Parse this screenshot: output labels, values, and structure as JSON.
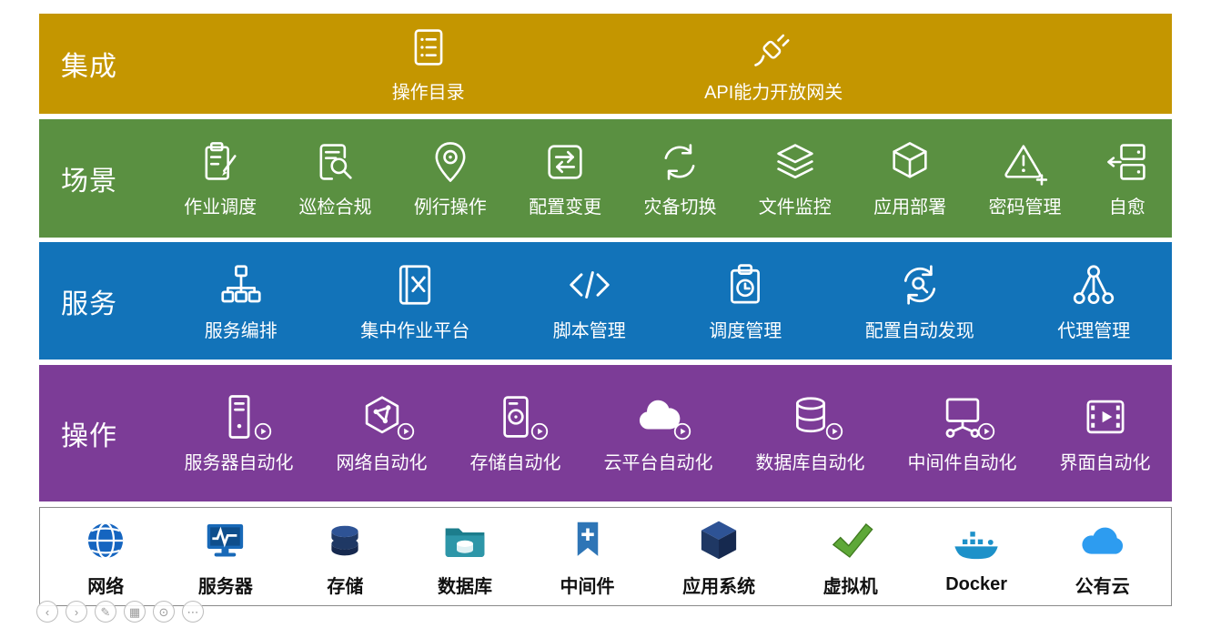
{
  "layers": {
    "integration": {
      "label": "集成",
      "color": "#C49600",
      "items": [
        {
          "label": "操作目录"
        },
        {
          "label": "API能力开放网关"
        }
      ]
    },
    "scenarios": {
      "label": "场景",
      "color": "#5A9041",
      "items": [
        {
          "label": "作业调度"
        },
        {
          "label": "巡检合规"
        },
        {
          "label": "例行操作"
        },
        {
          "label": "配置变更"
        },
        {
          "label": "灾备切换"
        },
        {
          "label": "文件监控"
        },
        {
          "label": "应用部署"
        },
        {
          "label": "密码管理"
        },
        {
          "label": "自愈"
        }
      ]
    },
    "services": {
      "label": "服务",
      "color": "#1273B9",
      "items": [
        {
          "label": "服务编排"
        },
        {
          "label": "集中作业平台"
        },
        {
          "label": "脚本管理"
        },
        {
          "label": "调度管理"
        },
        {
          "label": "配置自动发现"
        },
        {
          "label": "代理管理"
        }
      ]
    },
    "operations": {
      "label": "操作",
      "color": "#7C3C97",
      "items": [
        {
          "label": "服务器自动化"
        },
        {
          "label": "网络自动化"
        },
        {
          "label": "存储自动化"
        },
        {
          "label": "云平台自动化"
        },
        {
          "label": "数据库自动化"
        },
        {
          "label": "中间件自动化"
        },
        {
          "label": "界面自动化"
        }
      ]
    },
    "resources": {
      "items": [
        {
          "label": "网络"
        },
        {
          "label": "服务器"
        },
        {
          "label": "存储"
        },
        {
          "label": "数据库"
        },
        {
          "label": "中间件"
        },
        {
          "label": "应用系统"
        },
        {
          "label": "虚拟机"
        },
        {
          "label": "Docker"
        },
        {
          "label": "公有云"
        }
      ]
    }
  },
  "presenter": {
    "controls": [
      {
        "name": "prev",
        "glyph": "‹"
      },
      {
        "name": "next",
        "glyph": "›"
      },
      {
        "name": "pen",
        "glyph": "✎"
      },
      {
        "name": "menu",
        "glyph": "▦"
      },
      {
        "name": "zoom",
        "glyph": "⊙"
      },
      {
        "name": "more",
        "glyph": "⋯"
      }
    ]
  }
}
